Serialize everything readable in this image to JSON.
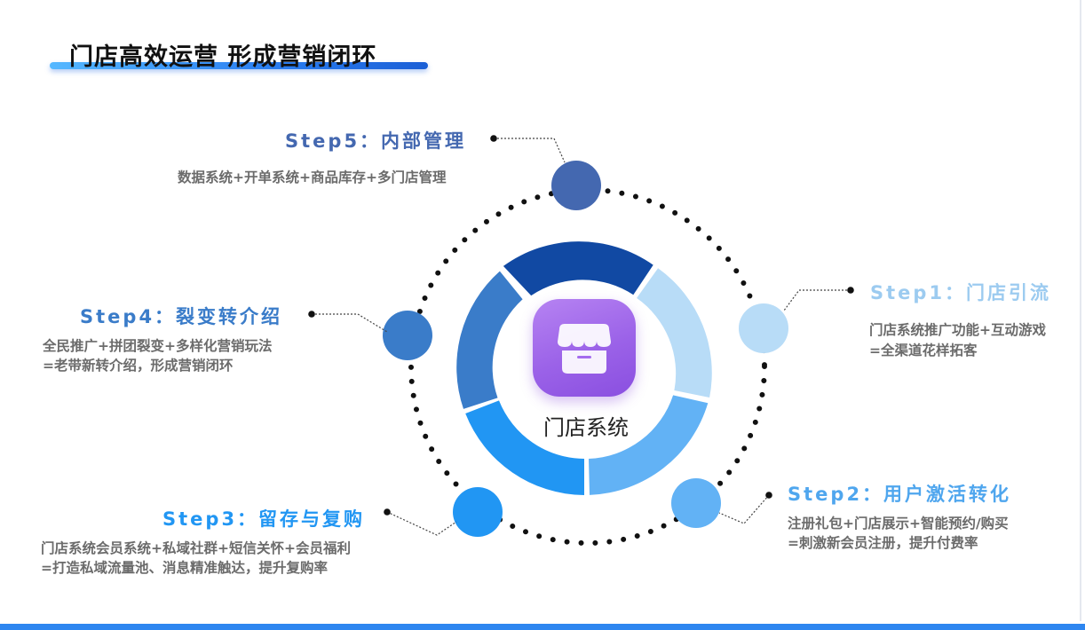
{
  "title": "门店高效运营 形成营销闭环",
  "center": {
    "label": "门店系统",
    "icon": "store-icon"
  },
  "colors": {
    "step1": "#b8dcf7",
    "step2": "#62b2f5",
    "step3": "#2196f3",
    "step4": "#3a7cc9",
    "step5": "#4468b0",
    "ring_top": "#1149a3",
    "accent": "#2e86f0"
  },
  "steps": [
    {
      "id": "step1",
      "title": "Step1：门店引流",
      "lines": [
        "门店系统推广功能+互动游戏",
        "=全渠道花样拓客"
      ]
    },
    {
      "id": "step2",
      "title": "Step2：用户激活转化",
      "lines": [
        "注册礼包+门店展示+智能预约/购买",
        "=刺激新会员注册，提升付费率"
      ]
    },
    {
      "id": "step3",
      "title": "Step3：留存与复购",
      "lines": [
        "门店系统会员系统+私域社群+短信关怀+会员福利",
        "=打造私域流量池、消息精准触达，提升复购率"
      ]
    },
    {
      "id": "step4",
      "title": "Step4：裂变转介绍",
      "lines": [
        "全民推广+拼团裂变+多样化营销玩法",
        "=老带新转介绍，形成营销闭环"
      ]
    },
    {
      "id": "step5",
      "title": "Step5：内部管理",
      "lines": [
        "数据系统+开单系统+商品库存+多门店管理"
      ]
    }
  ]
}
